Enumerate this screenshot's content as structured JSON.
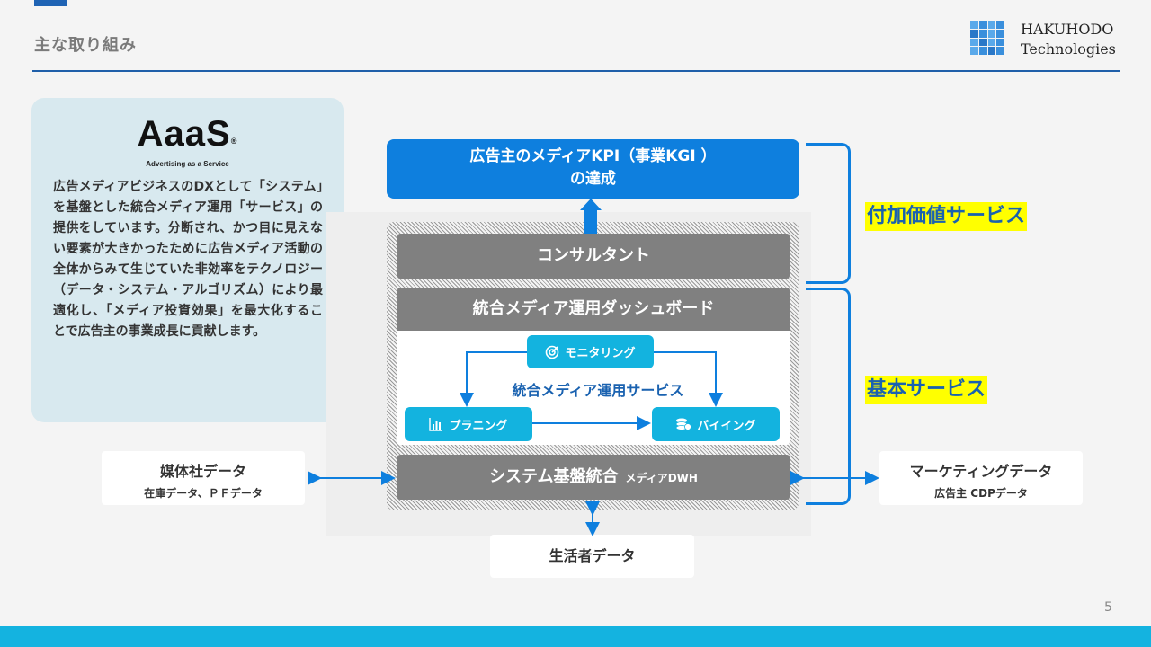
{
  "header": {
    "title": "主な取り組み",
    "logo_line1": "HAKUHODO",
    "logo_line2": "Technologies"
  },
  "aaas": {
    "logo_word": "AaaS",
    "logo_sub": "Advertising as a Service",
    "description": "広告メディアビジネスのDXとして「システム」を基盤とした統合メディア運用「サービス」の提供をしています。分断され、かつ目に見えない要素が大きかったために広告メディア活動の全体からみて生じていた非効率をテクノロジー（データ・システム・アルゴリズム）により最適化し、「メディア投資効果」を最大化することで広告主の事業成長に貢献します。"
  },
  "diagram": {
    "kpi_line1": "広告主のメディアKPI（事業KGI ）",
    "kpi_line2": "の達成",
    "consultant": "コンサルタント",
    "dashboard": "統合メディア運用ダッシュボード",
    "service_label": "統合メディア運用サービス",
    "monitoring": "モニタリング",
    "planning": "プラニング",
    "buying": "バイイング",
    "system_main": "システム基盤統合",
    "system_sub": "メディアDWH",
    "value_added": "付加価値サービス",
    "basic": "基本サービス"
  },
  "data_sources": {
    "media_title": "媒体社データ",
    "media_sub": "在庫データ、ＰＦデータ",
    "marketing_title": "マーケティングデータ",
    "marketing_sub": "広告主 CDPデータ",
    "consumer_title": "生活者データ"
  },
  "footer": {
    "page_number": "5"
  },
  "colors": {
    "primary_blue": "#0e7fde",
    "accent_cyan": "#13b3df",
    "highlight": "#ffff00",
    "bar_gray": "#808080"
  }
}
